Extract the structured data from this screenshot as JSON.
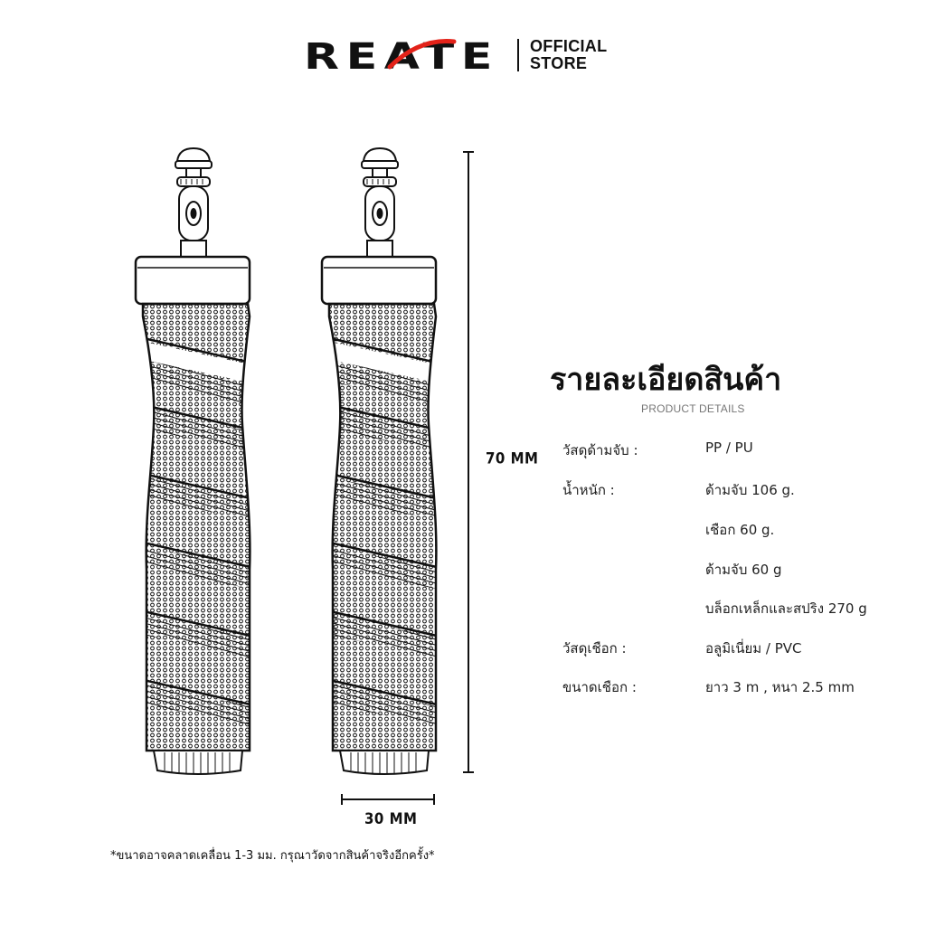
{
  "brand": {
    "name": "REATE",
    "store_tag_line1": "OFFICIAL",
    "store_tag_line2": "STORE"
  },
  "dimensions": {
    "height_label": "70 MM",
    "width_label": "30 MM"
  },
  "details": {
    "title": "รายละเอียดสินค้า",
    "subtitle": "PRODUCT DETAILS",
    "rows": [
      {
        "label": "วัสดุด้ามจับ :",
        "value": "PP / PU"
      },
      {
        "label": "น้ำหนัก :",
        "value": "ด้ามจับ 106 g."
      },
      {
        "label": "",
        "value": "เชือก 60 g."
      },
      {
        "label": "",
        "value": "ด้ามจับ 60 g"
      },
      {
        "label": "",
        "value": "บล็อกเหล็กและสปริง 270 g"
      },
      {
        "label": "วัสดุเชือก :",
        "value": "อลูมิเนี่ยม / PVC"
      },
      {
        "label": "ขนาดเชือก :",
        "value": "ยาว 3 m , หนา 2.5 mm"
      }
    ]
  },
  "footnote": "*ขนาดอาจคลาดเคลื่อน 1-3 มม. กรุณาวัดจากสินค้าจริงอีกครั้ง*",
  "colors": {
    "ink": "#111111",
    "muted": "#777777",
    "background": "#ffffff"
  }
}
